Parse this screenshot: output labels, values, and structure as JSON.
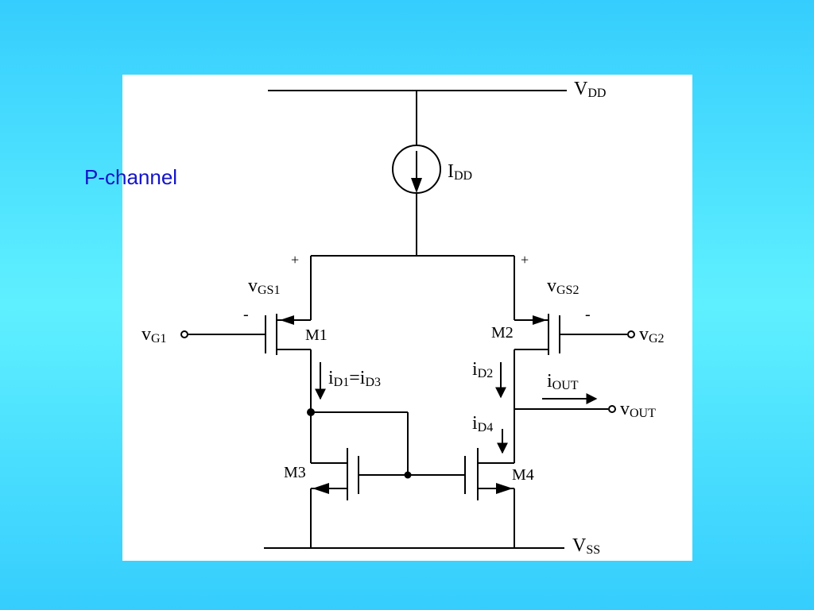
{
  "slide": {
    "label": "P-channel"
  },
  "circuit": {
    "nodes": {
      "vdd": {
        "main": "V",
        "sub": "DD"
      },
      "vss": {
        "main": "V",
        "sub": "SS"
      },
      "idd": {
        "main": "I",
        "sub": "DD"
      },
      "vg1": {
        "main": "v",
        "sub": "G1"
      },
      "vg2": {
        "main": "v",
        "sub": "G2"
      },
      "vout": {
        "main": "v",
        "sub": "OUT"
      },
      "vgs1": {
        "main": "v",
        "sub": "GS1"
      },
      "vgs2": {
        "main": "v",
        "sub": "GS2"
      },
      "iout": {
        "main": "i",
        "sub": "OUT"
      },
      "id2": {
        "main": "i",
        "sub": "D2"
      },
      "id4": {
        "main": "i",
        "sub": "D4"
      },
      "id1_id3": {
        "a": "i",
        "a_sub": "D1",
        "eq": "=",
        "b": "i",
        "b_sub": "D3"
      }
    },
    "transistors": {
      "m1": "M1",
      "m2": "M2",
      "m3": "M3",
      "m4": "M4"
    },
    "signs": {
      "plus": "+",
      "minus": "-"
    }
  }
}
